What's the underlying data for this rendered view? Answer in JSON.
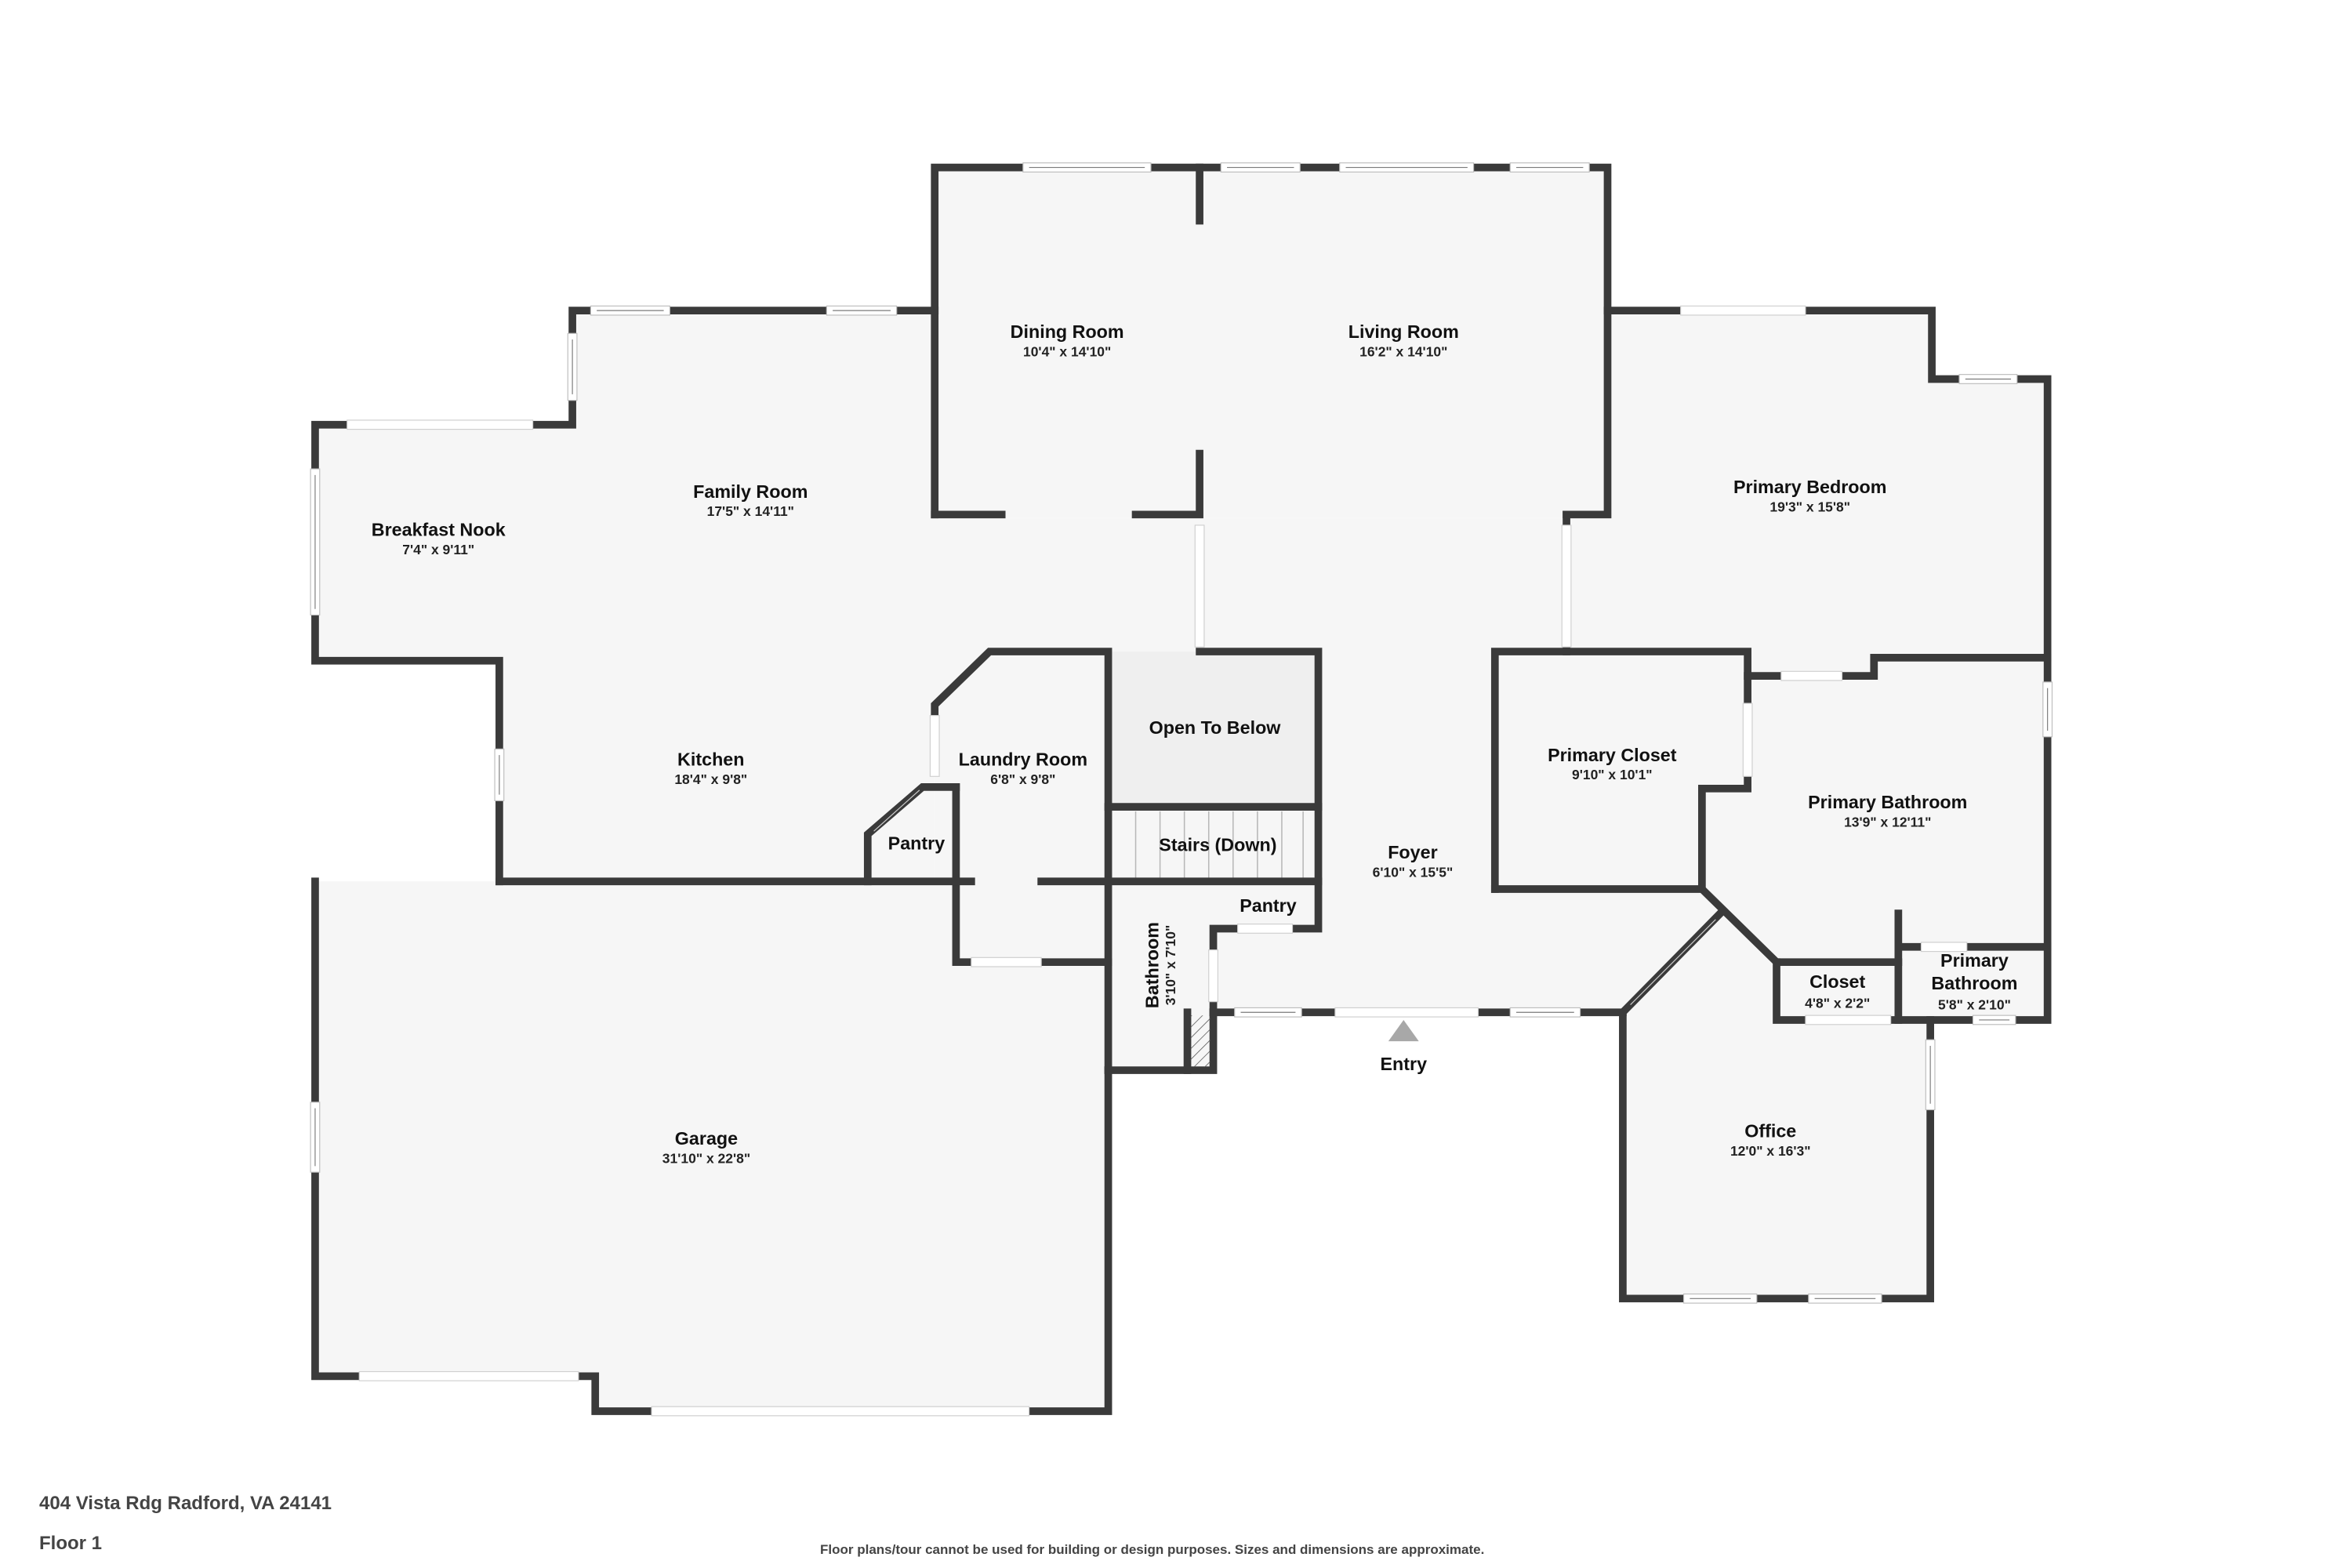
{
  "plan": {
    "rooms": {
      "dining_room": {
        "name": "Dining Room",
        "dims": "10'4\" x 14'10\""
      },
      "living_room": {
        "name": "Living Room",
        "dims": "16'2\" x 14'10\""
      },
      "family_room": {
        "name": "Family Room",
        "dims": "17'5\" x 14'11\""
      },
      "breakfast_nook": {
        "name": "Breakfast Nook",
        "dims": "7'4\" x 9'11\""
      },
      "primary_bedroom": {
        "name": "Primary Bedroom",
        "dims": "19'3\" x 15'8\""
      },
      "kitchen": {
        "name": "Kitchen",
        "dims": "18'4\" x 9'8\""
      },
      "laundry_room": {
        "name": "Laundry Room",
        "dims": "6'8\" x 9'8\""
      },
      "open_to_below": {
        "name": "Open To Below"
      },
      "stairs": {
        "name": "Stairs (Down)"
      },
      "pantry_kitchen": {
        "name": "Pantry"
      },
      "pantry_foyer": {
        "name": "Pantry"
      },
      "foyer": {
        "name": "Foyer",
        "dims": "6'10\" x 15'5\""
      },
      "primary_closet": {
        "name": "Primary Closet",
        "dims": "9'10\" x 10'1\""
      },
      "primary_bathroom": {
        "name": "Primary Bathroom",
        "dims": "13'9\" x 12'11\""
      },
      "closet": {
        "name": "Closet",
        "dims": "4'8\" x 2'2\""
      },
      "primary_bathroom_small": {
        "name_line1": "Primary",
        "name_line2": "Bathroom",
        "dims": "5'8\" x 2'10\""
      },
      "bathroom": {
        "name": "Bathroom",
        "dims": "3'10\" x 7'10\""
      },
      "garage": {
        "name": "Garage",
        "dims": "31'10\" x 22'8\""
      },
      "office": {
        "name": "Office",
        "dims": "12'0\" x 16'3\""
      }
    },
    "entry_label": "Entry",
    "entry_icon": "entry-arrow-triangle"
  },
  "footer": {
    "address": "404 Vista Rdg Radford, VA 24141",
    "floor": "Floor 1",
    "disclaimer": "Floor plans/tour cannot be used for building or design purposes. Sizes and dimensions are approximate."
  },
  "colors": {
    "wall": "#3a3a3a",
    "floor": "#f6f6f6",
    "open_to_below": "#efefef",
    "entry_arrow": "#a8a8a8",
    "footer_text": "#444444"
  }
}
